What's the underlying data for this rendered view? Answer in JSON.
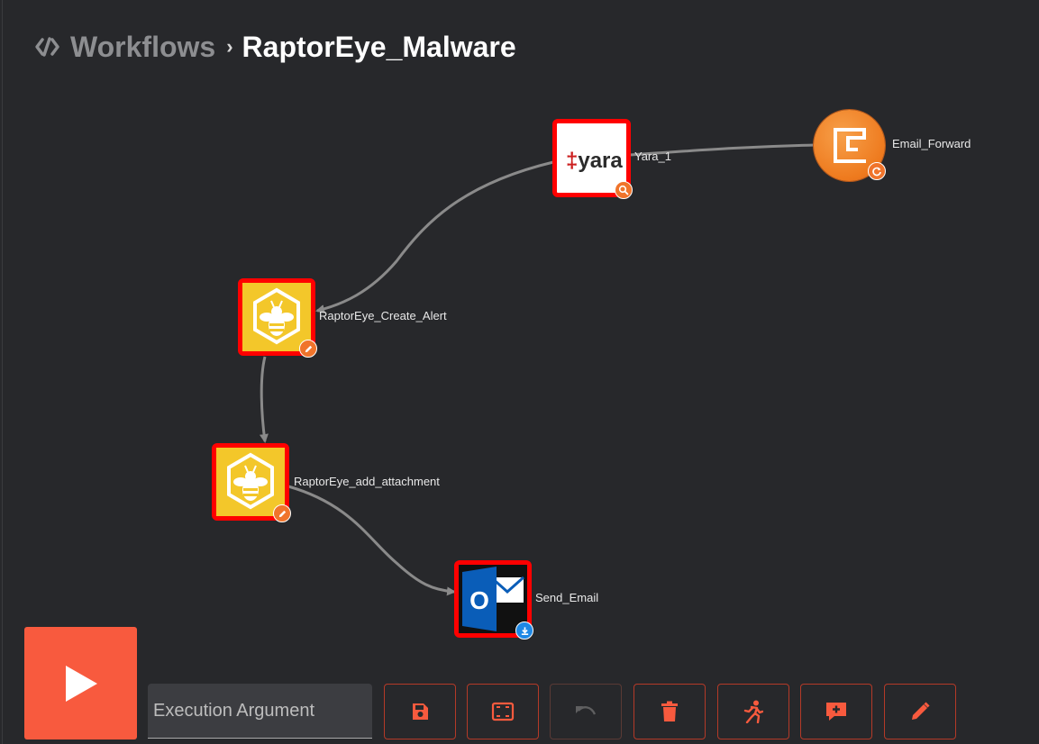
{
  "header": {
    "section": "Workflows",
    "separator": "›",
    "workflow_name": "RaptorEye_Malware"
  },
  "nodes": [
    {
      "id": "yara",
      "label": "Yara_1",
      "logo_text": "yara",
      "icon": "search-icon",
      "badge_color": "#f0742b"
    },
    {
      "id": "email_forward",
      "label": "Email_Forward",
      "icon": "refresh-icon",
      "badge_color": "#f0742b"
    },
    {
      "id": "create_alert",
      "label": "RaptorEye_Create_Alert",
      "icon": "pencil-icon",
      "badge_color": "#f0742b"
    },
    {
      "id": "add_attachment",
      "label": "RaptorEye_add_attachment",
      "icon": "pencil-icon",
      "badge_color": "#f0742b"
    },
    {
      "id": "send_email",
      "label": "Send_Email",
      "logo_text": "O",
      "icon": "download-icon",
      "badge_color": "#1e88e5"
    }
  ],
  "toolbar": {
    "execution_argument_placeholder": "Execution Argument",
    "buttons": [
      {
        "name": "save",
        "icon": "save-icon"
      },
      {
        "name": "fit-view",
        "icon": "fit-screen-icon"
      },
      {
        "name": "undo",
        "icon": "undo-icon",
        "disabled": true
      },
      {
        "name": "delete",
        "icon": "trash-icon"
      },
      {
        "name": "run-step",
        "icon": "running-icon"
      },
      {
        "name": "add-comment",
        "icon": "comment-add-icon"
      },
      {
        "name": "edit",
        "icon": "pencil-icon"
      }
    ]
  },
  "colors": {
    "accent": "#f85a3e",
    "node_border": "#ff0000",
    "background": "#27282b"
  }
}
